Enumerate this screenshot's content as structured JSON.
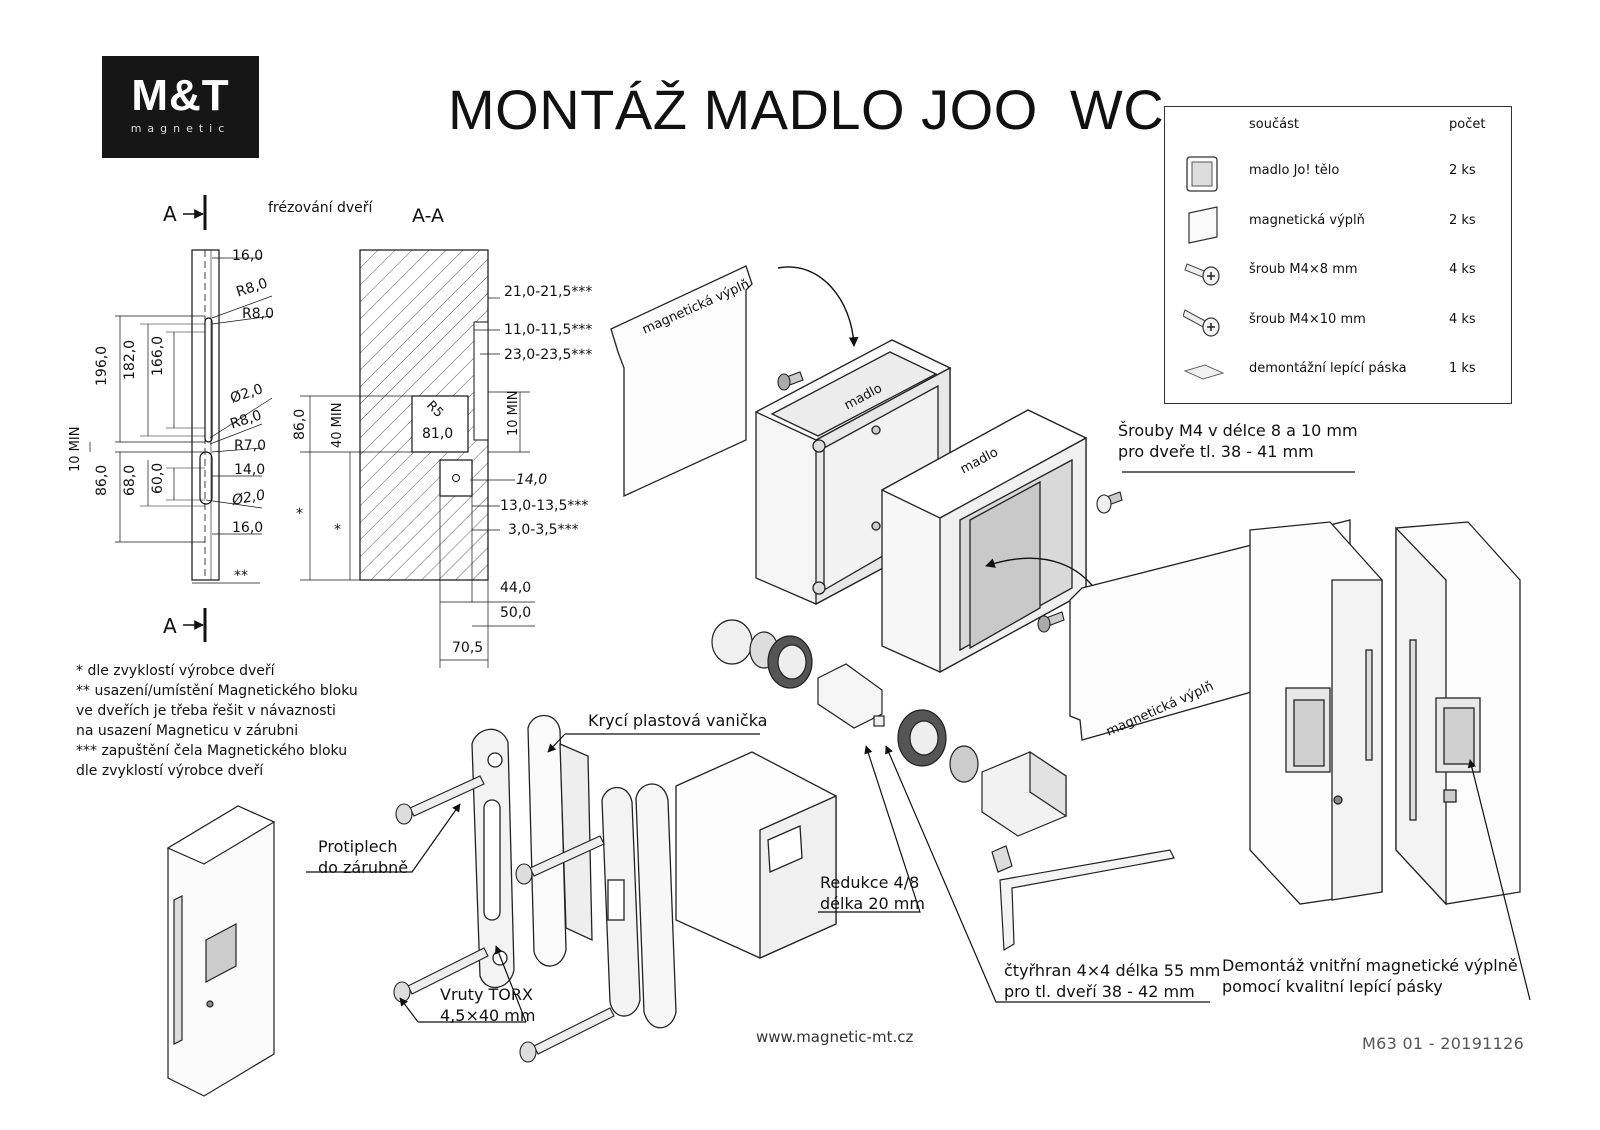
{
  "logo": {
    "brand": "M&T",
    "sub": "magnetic"
  },
  "title": "MONTÁŽ MADLO JOO  WC",
  "parts_table": {
    "col_part": "součást",
    "col_count": "počet",
    "rows": [
      {
        "icon": "handle-body-icon",
        "name": "madlo Jo! tělo",
        "count": "2 ks"
      },
      {
        "icon": "magnetic-fill-icon",
        "name": "magnetická výplň",
        "count": "2 ks"
      },
      {
        "icon": "screw-icon",
        "name": "šroub M4×8 mm",
        "count": "4 ks"
      },
      {
        "icon": "screw-icon",
        "name": "šroub M4×10 mm",
        "count": "4 ks"
      },
      {
        "icon": "tape-icon",
        "name": "demontážní lepící páska",
        "count": "1 ks"
      }
    ]
  },
  "section": {
    "marker": "A",
    "milling_label": "frézování dveří",
    "section_label": "A-A"
  },
  "front_dims": {
    "top_width": "16,0",
    "r1": "R8,0",
    "r2": "R8,0",
    "h196": "196,0",
    "h182": "182,0",
    "h166": "166,0",
    "d1": "Ø2,0",
    "r3": "R8,0",
    "r4": "R7,0",
    "w14": "14,0",
    "min10": "10 MIN",
    "h86": "86,0",
    "h68": "68,0",
    "h60": "60,0",
    "d2": "Ø2,0",
    "bottom_width": "16,0",
    "stars2": "**"
  },
  "section_dims": {
    "d1": "21,0-21,5***",
    "d2": "11,0-11,5***",
    "d3": "23,0-23,5***",
    "min10": "10 MIN",
    "h86": "86,0",
    "min40": "40 MIN",
    "r5": "R5",
    "w81": "81,0",
    "sq14": "14,0",
    "d4": "13,0-13,5***",
    "d5": "3,0-3,5***",
    "star": "*",
    "w44": "44,0",
    "w50": "50,0",
    "w705": "70,5"
  },
  "notes": [
    "*   dle zvyklostí výrobce dveří",
    "** usazení/umístění Magnetického bloku",
    "ve dveřích je třeba řešit v návaznosti",
    "na usazení Magneticu v zárubni",
    "*** zapuštění čela Magnetického bloku",
    "dle zvyklostí výrobce dveří"
  ],
  "callouts": {
    "magnetic_fill_1": "magnetická výplň",
    "magnetic_fill_2": "magnetická výplň",
    "handle_1": "madlo",
    "handle_2": "madlo",
    "screws_line1": "Šrouby M4 v délce 8 a 10 mm",
    "screws_line2": "pro dveře tl. 38 - 41 mm",
    "cover_tray": "Krycí plastová vanička",
    "strike_line1": "Protiplech",
    "strike_line2": "do zárubně",
    "reducer_line1": "Redukce 4/8",
    "reducer_line2": "délka 20 mm",
    "torx_line1": "Vruty TORX",
    "torx_line2": "4,5×40 mm",
    "spindle_line1": "čtyřhran 4×4 délka 55 mm",
    "spindle_line2": "pro tl. dveří 38 - 42 mm",
    "removal_line1": "Demontáž vnitřní magnetické výplně",
    "removal_line2": "pomocí kvalitní lepící pásky"
  },
  "footer": {
    "website": "www.magnetic-mt.cz",
    "doc_code": "M63 01 - 20191126"
  }
}
